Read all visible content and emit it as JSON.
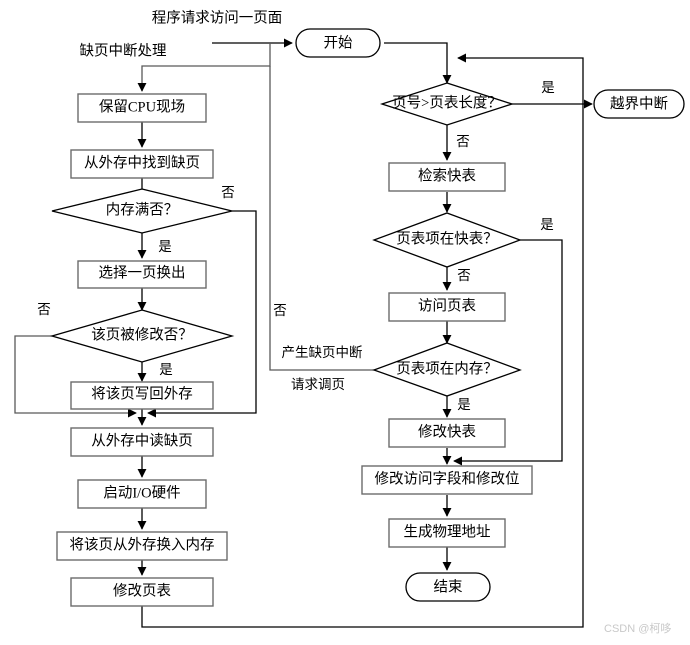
{
  "diagram": {
    "title_note": "程序请求访问一页面",
    "section_note": "缺页中断处理",
    "watermark": "CSDN @柯哆",
    "colors": {
      "background": "#ffffff",
      "box_stroke": "#6b6b6b",
      "line_stroke": "#000000",
      "text": "#000000",
      "watermark": "#c9c9c9"
    },
    "nodes": [
      {
        "id": "start",
        "type": "terminator",
        "label": "开始"
      },
      {
        "id": "out_of_bounds",
        "type": "terminator",
        "label": "越界中断"
      },
      {
        "id": "end",
        "type": "terminator",
        "label": "结束"
      },
      {
        "id": "page_gt_len",
        "type": "decision",
        "label": "页号>页表长度？"
      },
      {
        "id": "search_tlb",
        "type": "process",
        "label": "检索快表"
      },
      {
        "id": "entry_in_tlb",
        "type": "decision",
        "label": "页表项在快表？"
      },
      {
        "id": "access_pt",
        "type": "process",
        "label": "访问页表"
      },
      {
        "id": "entry_in_mem",
        "type": "decision",
        "label": "页表项在内存？"
      },
      {
        "id": "modify_tlb",
        "type": "process",
        "label": "修改快表"
      },
      {
        "id": "modify_bits",
        "type": "process",
        "label": "修改访问字段和修改位"
      },
      {
        "id": "gen_addr",
        "type": "process",
        "label": "生成物理地址"
      },
      {
        "id": "save_cpu",
        "type": "process",
        "label": "保留CPU现场"
      },
      {
        "id": "find_page",
        "type": "process",
        "label": "从外存中找到缺页"
      },
      {
        "id": "mem_full",
        "type": "decision",
        "label": "内存满否？"
      },
      {
        "id": "select_page",
        "type": "process",
        "label": "选择一页换出"
      },
      {
        "id": "page_modified",
        "type": "decision",
        "label": "该页被修改否？"
      },
      {
        "id": "write_back",
        "type": "process",
        "label": "将该页写回外存"
      },
      {
        "id": "read_page",
        "type": "process",
        "label": "从外存中读缺页"
      },
      {
        "id": "start_io",
        "type": "process",
        "label": "启动I/O硬件"
      },
      {
        "id": "swap_in",
        "type": "process",
        "label": "将该页从外存换入内存"
      },
      {
        "id": "modify_pt",
        "type": "process",
        "label": "修改页表"
      }
    ],
    "branch_labels": {
      "page_gt_len_yes": "是",
      "page_gt_len_no": "否",
      "entry_in_tlb_yes": "是",
      "entry_in_tlb_no": "否",
      "entry_in_mem_yes": "是",
      "entry_in_mem_no_1": "产生缺页中断",
      "entry_in_mem_no_2": "请求调页",
      "mem_full_yes": "是",
      "mem_full_no": "否",
      "page_modified_yes": "是",
      "page_modified_no": "否",
      "fault_path_no": "否"
    },
    "edges": [
      {
        "from": "note",
        "to": "start",
        "label": ""
      },
      {
        "from": "start",
        "to": "page_gt_len",
        "label": ""
      },
      {
        "from": "page_gt_len",
        "to": "out_of_bounds",
        "label": "是"
      },
      {
        "from": "page_gt_len",
        "to": "search_tlb",
        "label": "否"
      },
      {
        "from": "search_tlb",
        "to": "entry_in_tlb",
        "label": ""
      },
      {
        "from": "entry_in_tlb",
        "to": "modify_bits",
        "label": "是"
      },
      {
        "from": "entry_in_tlb",
        "to": "access_pt",
        "label": "否"
      },
      {
        "from": "access_pt",
        "to": "entry_in_mem",
        "label": ""
      },
      {
        "from": "entry_in_mem",
        "to": "modify_tlb",
        "label": "是"
      },
      {
        "from": "entry_in_mem",
        "to": "save_cpu",
        "label": "产生缺页中断 请求调页"
      },
      {
        "from": "modify_tlb",
        "to": "modify_bits",
        "label": ""
      },
      {
        "from": "modify_bits",
        "to": "gen_addr",
        "label": ""
      },
      {
        "from": "gen_addr",
        "to": "end",
        "label": ""
      },
      {
        "from": "save_cpu",
        "to": "find_page",
        "label": ""
      },
      {
        "from": "find_page",
        "to": "mem_full",
        "label": ""
      },
      {
        "from": "mem_full",
        "to": "select_page",
        "label": "是"
      },
      {
        "from": "mem_full",
        "to": "read_page",
        "label": "否"
      },
      {
        "from": "select_page",
        "to": "page_modified",
        "label": ""
      },
      {
        "from": "page_modified",
        "to": "write_back",
        "label": "是"
      },
      {
        "from": "page_modified",
        "to": "read_page",
        "label": "否"
      },
      {
        "from": "write_back",
        "to": "read_page",
        "label": ""
      },
      {
        "from": "read_page",
        "to": "start_io",
        "label": ""
      },
      {
        "from": "start_io",
        "to": "swap_in",
        "label": ""
      },
      {
        "from": "swap_in",
        "to": "modify_pt",
        "label": ""
      },
      {
        "from": "modify_pt",
        "to": "page_gt_len",
        "label": ""
      }
    ]
  }
}
